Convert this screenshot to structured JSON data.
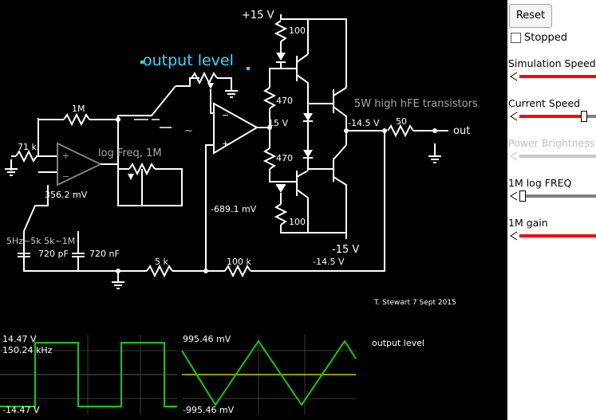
{
  "circuit": {
    "labels": {
      "v_plus15": "+15 V",
      "r100_top": "100",
      "r470_top": "470",
      "r470_bot": "470",
      "r100_bot": "100",
      "v_minus15": "-15 V",
      "output_level": "output level",
      "transistors": "5W high hFE transistors",
      "r1m": "1M",
      "r71k": "71 k",
      "log_freq": "log Freq, 1M",
      "v_356": "356.2 mV",
      "v_15": "15 V",
      "v_minus145_a": "-14.5 V",
      "r50": "50",
      "out": "out",
      "v_minus689": "-689.1 mV",
      "v_minus145_b": "-14.5 V",
      "freq_range": "5Hz~5k 5k~1M",
      "c720pf": "720 pF",
      "c720nf": "720 nF",
      "r5k": "5 k",
      "r100k": "100 k",
      "credit": "T. Stewart 7 Sept 2015",
      "tilde": "~"
    },
    "scope1": {
      "max": "14.47 V",
      "freq": "150.24 kHz",
      "min": "-14.47 V"
    },
    "scope2": {
      "max": "995.46 mV",
      "min": "-995.46 mV",
      "title": "output level"
    }
  },
  "panel": {
    "reset_label": "Reset",
    "stopped_label": "Stopped",
    "stopped_checked": false,
    "sliders": [
      {
        "label": "Simulation Speed",
        "value": 1.0,
        "enabled": true,
        "color": "#ff0000"
      },
      {
        "label": "Current Speed",
        "value": 0.88,
        "enabled": true,
        "color": "#ff0000"
      },
      {
        "label": "Power Brightness",
        "value": 1.0,
        "enabled": false,
        "color": "#c8c8c8"
      },
      {
        "label": "1M log FREQ",
        "value": 0.0,
        "enabled": true,
        "color": "#808080"
      },
      {
        "label": "1M gain",
        "value": 1.0,
        "enabled": true,
        "color": "#ff0000"
      }
    ]
  }
}
